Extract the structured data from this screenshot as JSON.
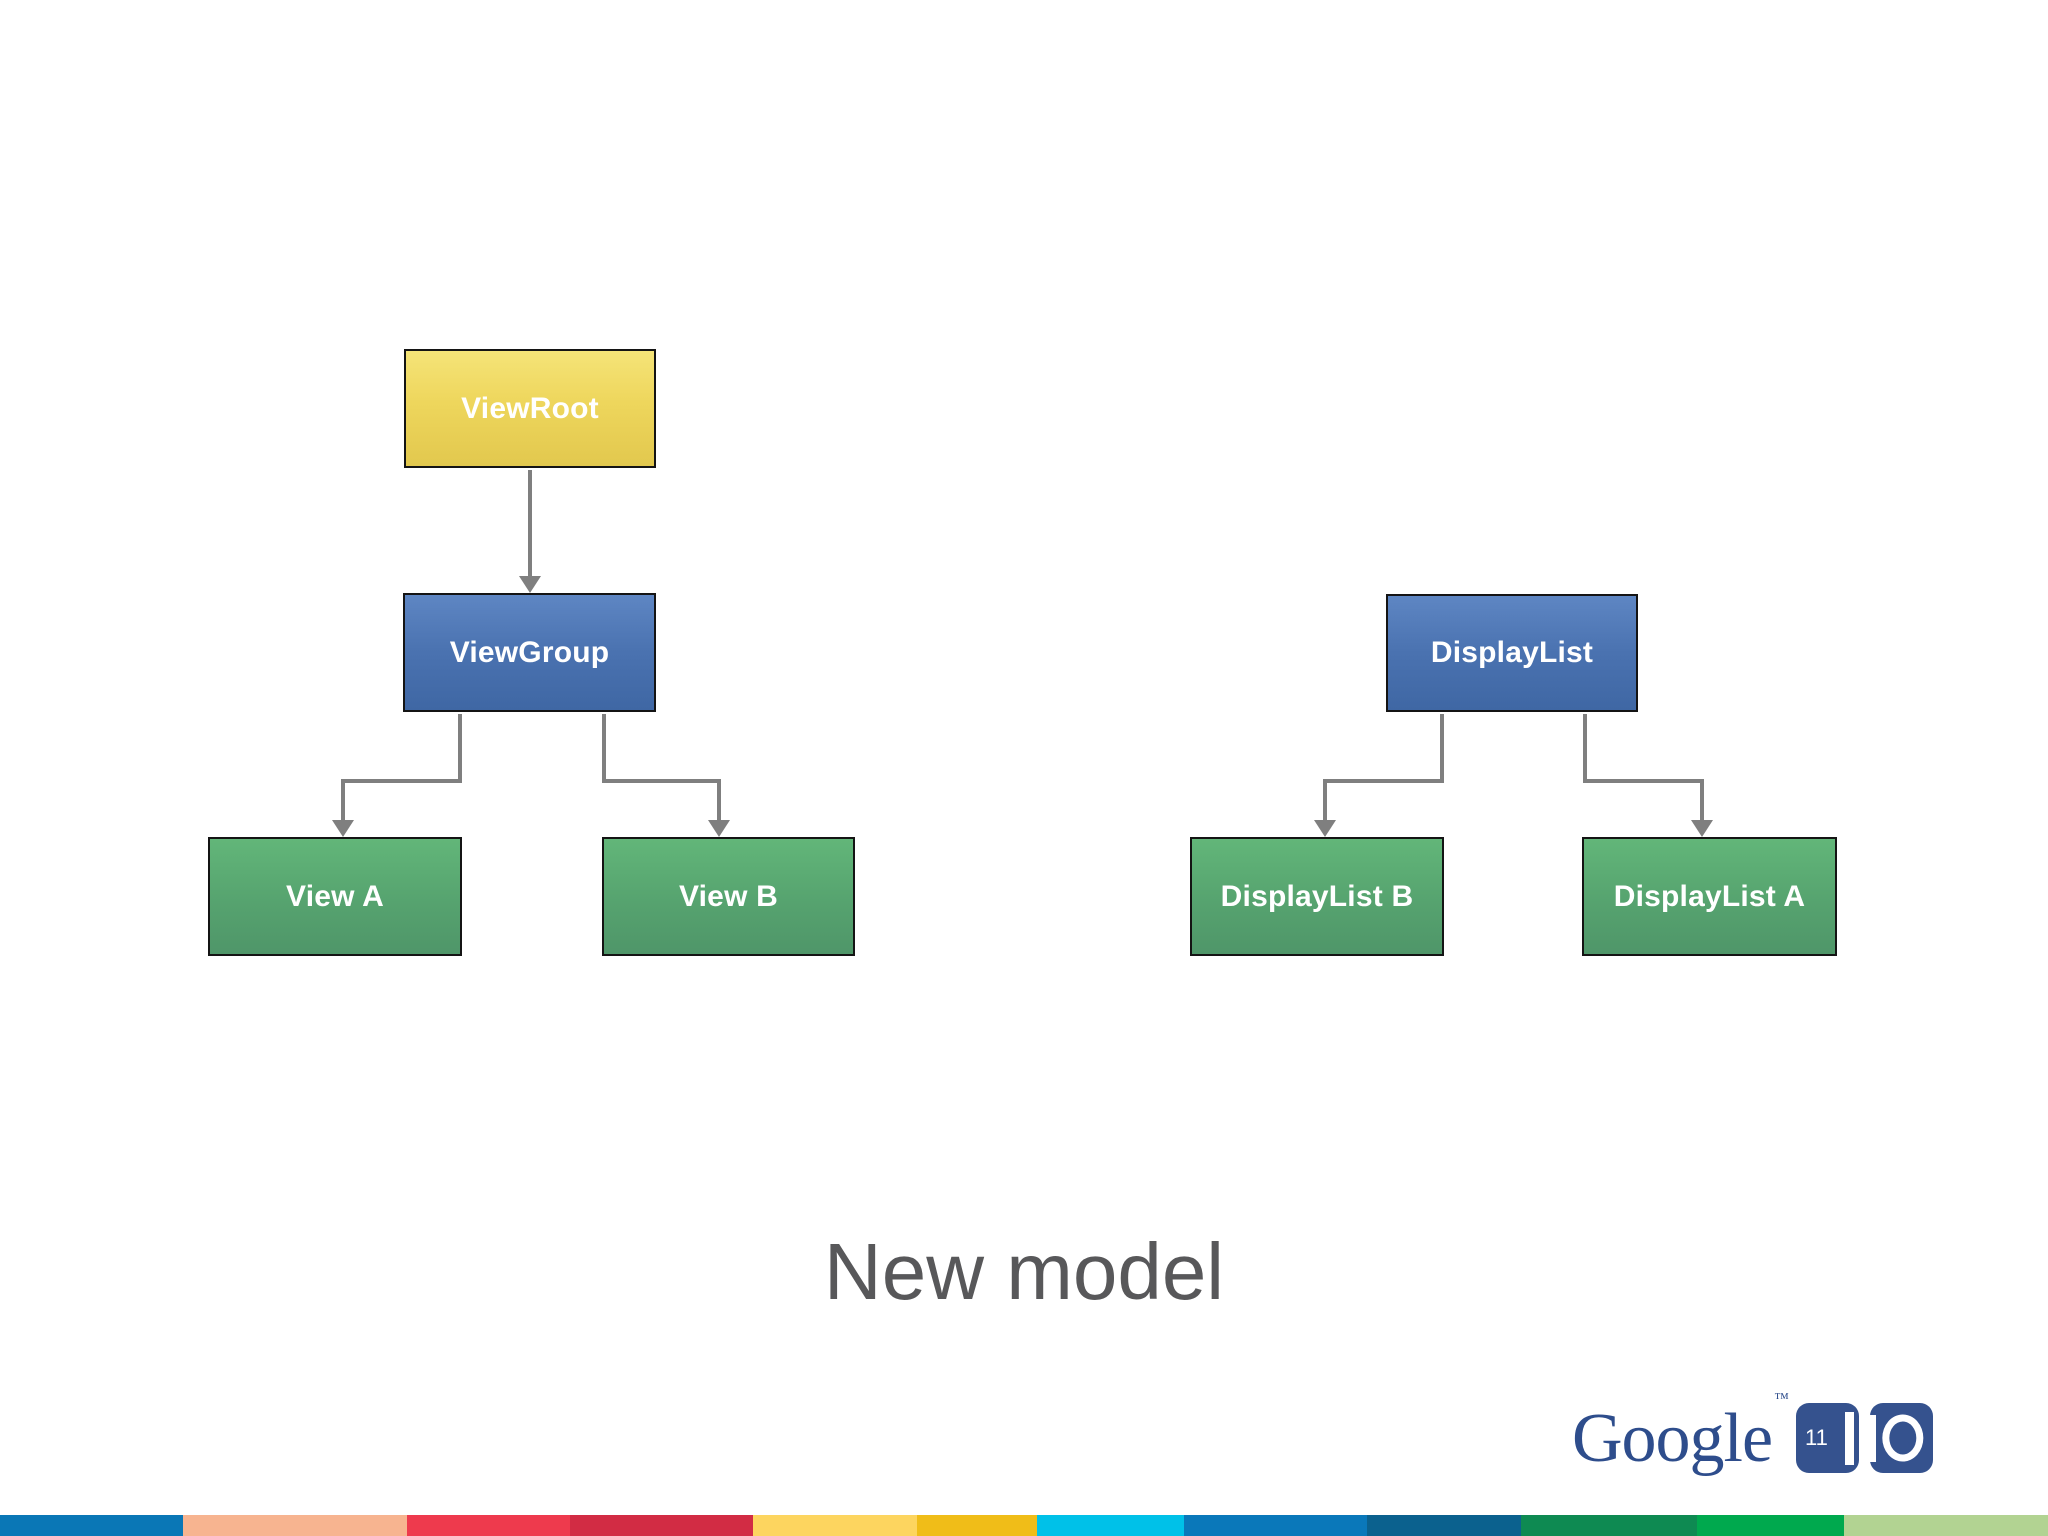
{
  "slide": {
    "title": "New model",
    "background_color": "#ffffff",
    "title_color": "#58585a"
  },
  "diagram": {
    "nodes": [
      {
        "id": "viewroot",
        "label": "ViewRoot",
        "fill": "yellow-gradient"
      },
      {
        "id": "viewgroup",
        "label": "ViewGroup",
        "fill": "blue-gradient"
      },
      {
        "id": "view-a",
        "label": "View A",
        "fill": "green-gradient"
      },
      {
        "id": "view-b",
        "label": "View B",
        "fill": "green-gradient"
      },
      {
        "id": "displaylist",
        "label": "DisplayList",
        "fill": "blue-gradient"
      },
      {
        "id": "displaylist-b",
        "label": "DisplayList B",
        "fill": "green-gradient"
      },
      {
        "id": "displaylist-a",
        "label": "DisplayList A",
        "fill": "green-gradient"
      }
    ],
    "edges": [
      {
        "from": "ViewRoot",
        "to": "ViewGroup"
      },
      {
        "from": "ViewGroup",
        "to": "View A"
      },
      {
        "from": "ViewGroup",
        "to": "View B"
      },
      {
        "from": "DisplayList",
        "to": "DisplayList B"
      },
      {
        "from": "DisplayList",
        "to": "DisplayList A"
      }
    ],
    "connector_color": "#7f7f7f"
  },
  "branding": {
    "wordmark": "Google",
    "trademark": "™",
    "year_badge": "11",
    "wordmark_color": "#2e4d8c",
    "badge_color": "#35528e"
  },
  "palette": {
    "yellow_box_top": "#f5e478",
    "yellow_box_bottom": "#e2c84e",
    "blue_box_top": "#5e86c3",
    "blue_box_bottom": "#3f67a4",
    "green_box_top": "#62b679",
    "green_box_bottom": "#4f9669",
    "box_border": "#141414",
    "box_label_color": "#ffffff"
  },
  "footer_stripe": {
    "segments": [
      {
        "color": "#0a77b6",
        "style": "background:#0a77b6;width:183px"
      },
      {
        "color": "#f7b490",
        "style": "background:#f7b490;width:224px"
      },
      {
        "color": "#ee3a4d",
        "style": "background:#ee3a4d;width:163px"
      },
      {
        "color": "#d22c44",
        "style": "background:#d22c44;width:183px"
      },
      {
        "color": "#fdd55f",
        "style": "background:#fdd55f;width:164px"
      },
      {
        "color": "#f0bd18",
        "style": "background:#f0bd18;width:120px"
      },
      {
        "color": "#00c1e8",
        "style": "background:#00c1e8;width:147px"
      },
      {
        "color": "#0a78ba",
        "style": "background:#0a78ba;width:183px"
      },
      {
        "color": "#0b618e",
        "style": "background:#0b618e;width:154px"
      },
      {
        "color": "#0e8a52",
        "style": "background:#0e8a52;width:176px"
      },
      {
        "color": "#00a94e",
        "style": "background:#00a94e;width:147px"
      },
      {
        "color": "#b2d392",
        "style": "background:#b2d392;width:204px"
      }
    ]
  }
}
